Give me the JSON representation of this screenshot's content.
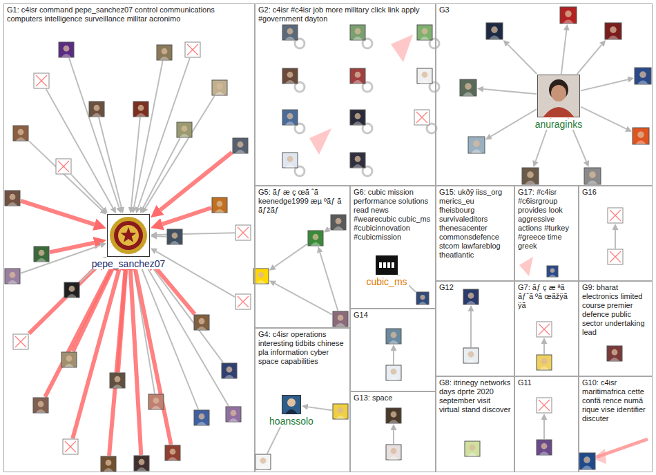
{
  "diagram": {
    "nodes": [
      {
        "text": [
          "G1: c4isr command pepe_sanchez07 control communications computers intelligence surveillance militar acronimo"
        ]
      },
      {
        "text": [
          "pepe_sanchez07"
        ],
        "in": 0
      },
      {
        "text": [
          "G2: c4isr #c4isr job more military click link apply #government dayton"
        ]
      },
      {
        "text": [
          "G3"
        ]
      },
      {
        "text": [
          "anuraginks"
        ],
        "in": 3
      },
      {
        "text": [
          "G5: ãƒ æ ç œã ˆã keenedge1999 æµ ºãƒ ã ãƒžãƒ"
        ]
      },
      {
        "text": [
          "G6: cubic mission performance solutions read news #wearecubic cubic_ms #cubicinnovation #cubicmission"
        ]
      },
      {
        "text": [
          "cubic_ms"
        ],
        "in": 6
      },
      {
        "text": [
          "G15: ukðÿ iiss_org merics_eu fheisbourg survivaleditors thenesacenter commonsdefence stcom lawfareblog theatlantic"
        ]
      },
      {
        "text": [
          "G17: #c4isr #c6isrgroup provides look aggressive actions #turkey #greece time greek"
        ]
      },
      {
        "text": [
          "G16"
        ]
      },
      {
        "text": [
          "G4: c4isr operations interesting tidbits chinese pla information cyber space capabilities"
        ]
      },
      {
        "text": [
          "hoanssolo"
        ],
        "in": 11
      },
      {
        "text": [
          "G14"
        ]
      },
      {
        "text": [
          "G13: space"
        ]
      },
      {
        "text": [
          "G12"
        ]
      },
      {
        "text": [
          "G7: ãƒ ç æ ªã ãƒˆã ºã œãžÿã ÿã"
        ]
      },
      {
        "text": [
          "G9: bharat electronics limited course premier defence public sector undertaking lead"
        ]
      },
      {
        "text": [
          "G8: itrinegy networks days dprte 2020 september visit virtual stand discover"
        ]
      },
      {
        "text": [
          "G11"
        ]
      },
      {
        "text": [
          "G10: c4isr maritimafrica cette confã rence numã rique vise identifier discuter"
        ]
      }
    ]
  }
}
